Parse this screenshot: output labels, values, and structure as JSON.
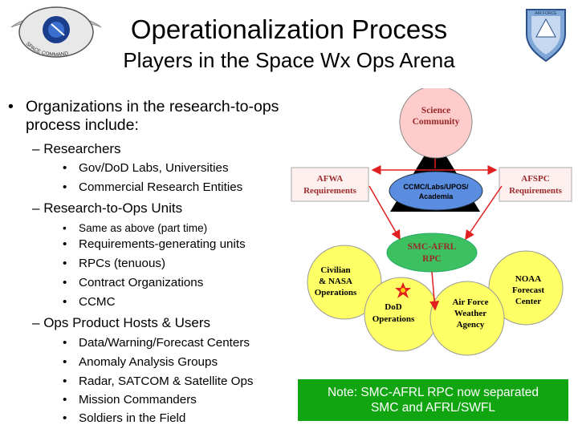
{
  "header": {
    "title": "Operationalization Process",
    "subtitle": "Players in the Space Wx Ops Arena"
  },
  "logos": {
    "left_ring_text": "SPACE COMMAND",
    "right_ring_text": "AIR FORCE"
  },
  "outline": {
    "bullet1": "Organizations in the research-to-ops process include:",
    "researchers": {
      "label": "Researchers",
      "items": [
        "Gov/DoD Labs, Universities",
        "Commercial Research Entities"
      ]
    },
    "r2o_units": {
      "label": "Research-to-Ops Units",
      "items": [
        "Same as above (part time)",
        "Requirements-generating units",
        "RPCs  (tenuous)",
        "Contract Organizations",
        "CCMC"
      ]
    },
    "ops_hosts": {
      "label": "Ops Product Hosts & Users",
      "items": [
        "Data/Warning/Forecast Centers",
        "Anomaly Analysis Groups",
        "Radar, SATCOM & Satellite Ops",
        "Mission Commanders",
        "Soldiers in the Field"
      ]
    }
  },
  "diagram": {
    "science": [
      "Science",
      "Community"
    ],
    "afwa": [
      "AFWA",
      "Requirements"
    ],
    "afspc": [
      "AFSPC",
      "Requirements"
    ],
    "ccmc": [
      "CCMC/Labs/UPOS/",
      "Academia"
    ],
    "smc_afrl": [
      "SMC-AFRL",
      "RPC"
    ],
    "civilian_nasa": [
      "Civilian",
      "& NASA",
      "Operations"
    ],
    "noaa": [
      "NOAA",
      "Forecast",
      "Center"
    ],
    "dod": [
      "DoD",
      "Operations"
    ],
    "af_weather": [
      "Air Force",
      "Weather",
      "Agency"
    ]
  },
  "note": {
    "line1": "Note:  SMC-AFRL RPC now separated",
    "line2": "SMC and AFRL/SWFL"
  }
}
